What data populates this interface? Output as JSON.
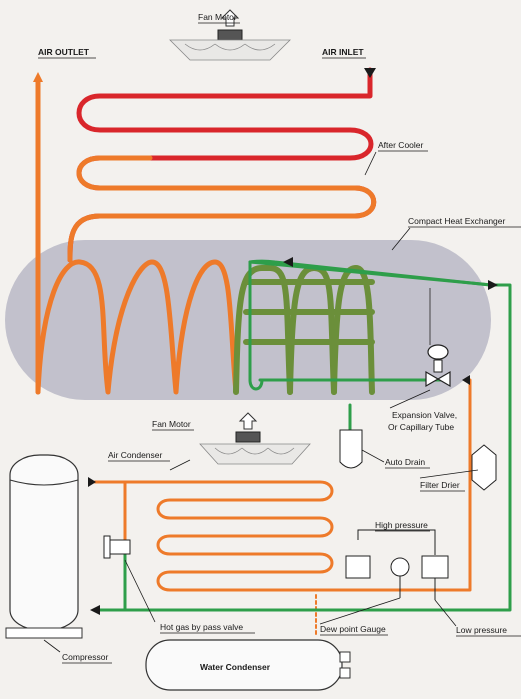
{
  "labels": {
    "fan_motor_top": "Fan Motor",
    "air_outlet": "AIR OUTLET",
    "air_inlet": "AIR INLET",
    "after_cooler": "After Cooler",
    "compact_heat_exchanger": "Compact Heat Exchanger",
    "expansion_valve": "Expansion Valve,",
    "capillary_tube": "Or Capillary Tube",
    "auto_drain": "Auto Drain",
    "filter_drier": "Filter Drier",
    "fan_motor_bottom": "Fan Motor",
    "air_condenser": "Air Condenser",
    "high_pressure": "High pressure",
    "hot_gas_bypass": "Hot gas by pass valve",
    "dew_point_gauge": "Dew point Gauge",
    "low_pressure": "Low pressure",
    "compressor": "Compressor",
    "water_condenser": "Water Condenser"
  },
  "colors": {
    "air_hot": "#d9262b",
    "air_warm": "#ee7a2a",
    "refrigerant": "#2e9e4a",
    "exchanger_coil": "#6b8f3a",
    "exchanger_band": "#b9b8c6"
  }
}
